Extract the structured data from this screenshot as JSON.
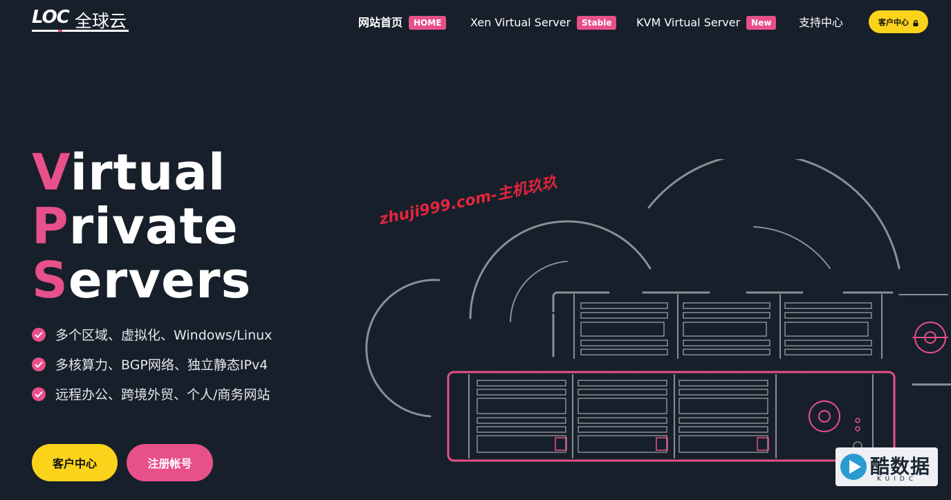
{
  "header": {
    "logo_latin": "LOC",
    "logo_chinese": "全球云",
    "nav": [
      {
        "label": "网站首页",
        "badge": "HOME"
      },
      {
        "label": "Xen Virtual Server",
        "badge": "Stable"
      },
      {
        "label": "KVM Virtual Server",
        "badge": "New"
      },
      {
        "label": "支持中心",
        "badge": ""
      }
    ],
    "client_button": "客户中心"
  },
  "hero": {
    "lines": [
      {
        "first": "V",
        "rest": "irtual"
      },
      {
        "first": "P",
        "rest": "rivate"
      },
      {
        "first": "S",
        "rest": "ervers"
      }
    ],
    "features": [
      "多个区域、虚拟化、Windows/Linux",
      "多核算力、BGP网络、独立静态IPv4",
      "远程办公、跨境外贸、个人/商务网站"
    ],
    "buttons": {
      "client": "客户中心",
      "register": "注册帐号"
    }
  },
  "watermark": "zhuji999.com-主机玖玖",
  "corner_logo": {
    "text": "酷数据",
    "sub": "KUIDC"
  },
  "colors": {
    "accent": "#e8508a",
    "yellow": "#fbd31b",
    "background": "#171f2a"
  },
  "icons": [
    "lock-icon",
    "check-circle-icon",
    "server-rack-illustration"
  ]
}
